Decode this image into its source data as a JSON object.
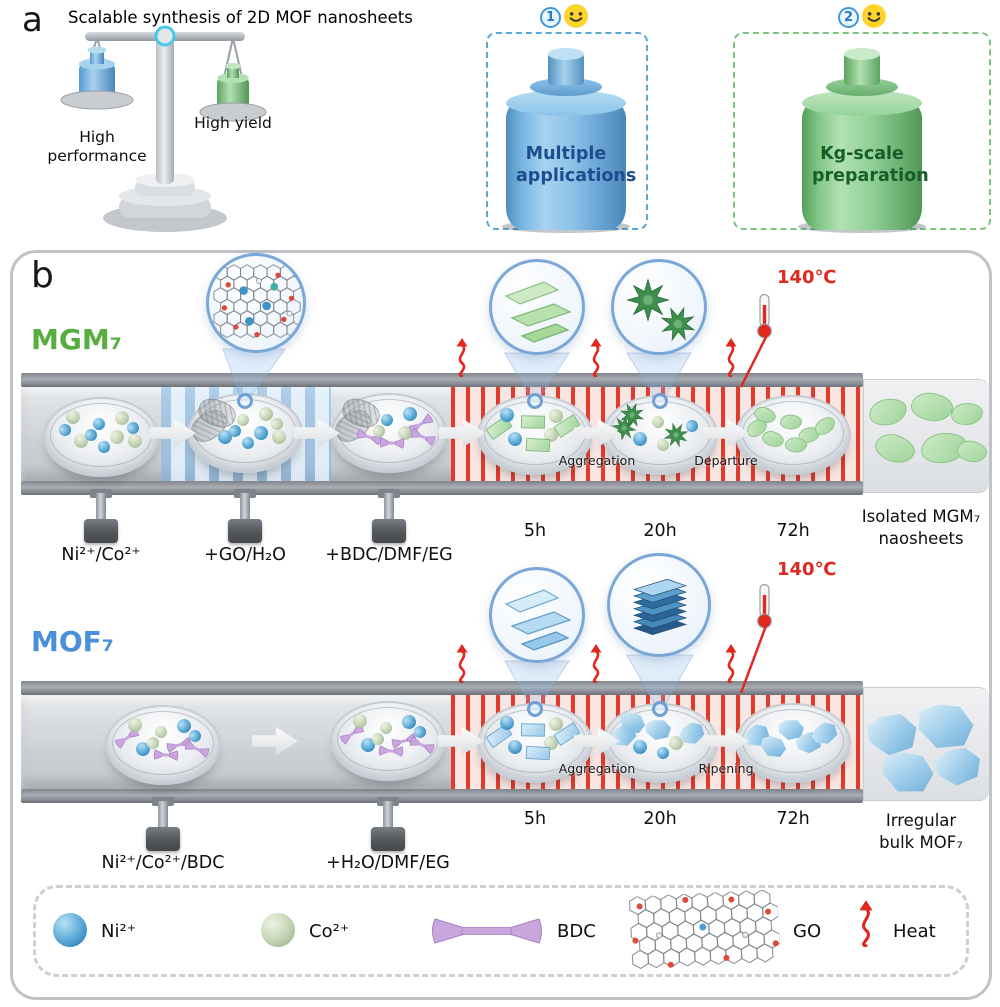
{
  "colors": {
    "ni_blue": "#4a9bd0",
    "co_green": "#b9cbae",
    "bdc_purple": "#c9a6de",
    "mgm_green": "#56ae3f",
    "mof_blue": "#4a90d9",
    "heat_red": "#e0281e",
    "accent_blue": "#5aa7dc",
    "accent_green": "#7bc47e"
  },
  "panel_a": {
    "label": "a",
    "title": "Scalable synthesis of 2D MOF nanosheets",
    "balance": {
      "left_label": "High performance",
      "right_label": "High yield"
    },
    "cards": [
      {
        "badge": "1",
        "label": "Multiple applications"
      },
      {
        "badge": "2",
        "label": "Kg-scale preparation"
      }
    ]
  },
  "panel_b": {
    "label": "b",
    "rows": [
      {
        "name": "MGM₇",
        "prep_labels": [
          "Ni²⁺/Co²⁺",
          "+GO/H₂O",
          "+BDC/DMF/EG"
        ],
        "time_labels": [
          "5h",
          "20h",
          "72h"
        ],
        "transition_labels": [
          "Aggregation",
          "Departure"
        ],
        "temperature": "140℃",
        "result": [
          "Isolated MGM₇",
          "naosheets"
        ],
        "dishes": [
          [
            "ni",
            "co",
            "ni",
            "co",
            "ni",
            "co",
            "ni",
            "co",
            "ni",
            "co"
          ],
          [
            "go",
            "ni",
            "co",
            "ni",
            "co",
            "go",
            "ni",
            "co",
            "ni",
            "co"
          ],
          [
            "go",
            "bdc",
            "ni",
            "co",
            "bdc",
            "go",
            "bdc",
            "ni",
            "co",
            "bdc"
          ],
          [
            "greensheet",
            "ni",
            "greensheet",
            "co",
            "greensheet",
            "ni",
            "greensheet",
            "co"
          ],
          [
            "greenflower",
            "ni",
            "co",
            "greenflower",
            "ni",
            "greenflower",
            "co"
          ],
          [
            "greenflake",
            "greenflake",
            "greenflake",
            "greenflake",
            "greenflake",
            "greenflake",
            "greenflake"
          ]
        ]
      },
      {
        "name": "MOF₇",
        "prep_labels": [
          "Ni²⁺/Co²⁺/BDC",
          "+H₂O/DMF/EG"
        ],
        "time_labels": [
          "5h",
          "20h",
          "72h"
        ],
        "transition_labels": [
          "Aggregation",
          "Ripening"
        ],
        "temperature": "140℃",
        "result": [
          "Irregular",
          "bulk MOF₇"
        ],
        "dishes": [
          [
            "bdc",
            "ni",
            "co",
            "bdc",
            "ni",
            "co",
            "bdc",
            "ni",
            "co",
            "bdc"
          ],
          [
            "bdc",
            "ni",
            "co",
            "bdc",
            "ni",
            "co",
            "bdc",
            "ni",
            "co",
            "bdc"
          ],
          [
            "bluesheet",
            "ni",
            "bluesheet",
            "co",
            "bluesheet",
            "ni",
            "bluesheet",
            "co"
          ],
          [
            "bluechunk",
            "ni",
            "bluechunk",
            "co",
            "bluechunk",
            "bluechunk",
            "ni"
          ],
          [
            "bluechunk",
            "bluechunk",
            "bluechunk",
            "bluechunk",
            "bluechunk"
          ]
        ]
      }
    ]
  },
  "legend": {
    "items": [
      {
        "icon": "ni-sphere",
        "label": "Ni²⁺"
      },
      {
        "icon": "co-sphere",
        "label": "Co²⁺"
      },
      {
        "icon": "bdc-linker",
        "label": "BDC"
      },
      {
        "icon": "go-sheet",
        "label": "GO"
      },
      {
        "icon": "heat-arrow",
        "label": "Heat"
      }
    ]
  }
}
